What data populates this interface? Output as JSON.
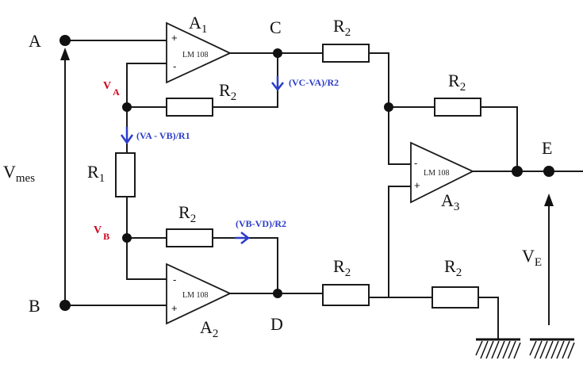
{
  "nodes": {
    "a": "A",
    "b": "B",
    "c": "C",
    "d": "D",
    "e": "E"
  },
  "amplifiers": {
    "a1": {
      "name": "A",
      "index": "1",
      "model": "LM 108"
    },
    "a2": {
      "name": "A",
      "index": "2",
      "model": "LM 108"
    },
    "a3": {
      "name": "A",
      "index": "3",
      "model": "LM 108"
    },
    "plus": "+",
    "minus": "-"
  },
  "resistors": {
    "r1": {
      "name": "R",
      "index": "1"
    },
    "r2": {
      "name": "R",
      "index": "2"
    }
  },
  "voltages": {
    "vmes": {
      "name": "V",
      "index": "mes"
    },
    "ve": {
      "name": "V",
      "index": "E"
    }
  },
  "node_voltages": {
    "va": {
      "name": "V",
      "index": "A"
    },
    "vb": {
      "name": "V",
      "index": "B"
    }
  },
  "currents": {
    "vc_va": "(VC-VA)/R2",
    "va_vb": "(VA - VB)/R1",
    "vb_vd": "(VB-VD)/R2"
  },
  "colors": {
    "wire": "#1a1a1a",
    "node_voltage_labels": "#d0021b",
    "current_annotations": "#2b3cc8"
  }
}
